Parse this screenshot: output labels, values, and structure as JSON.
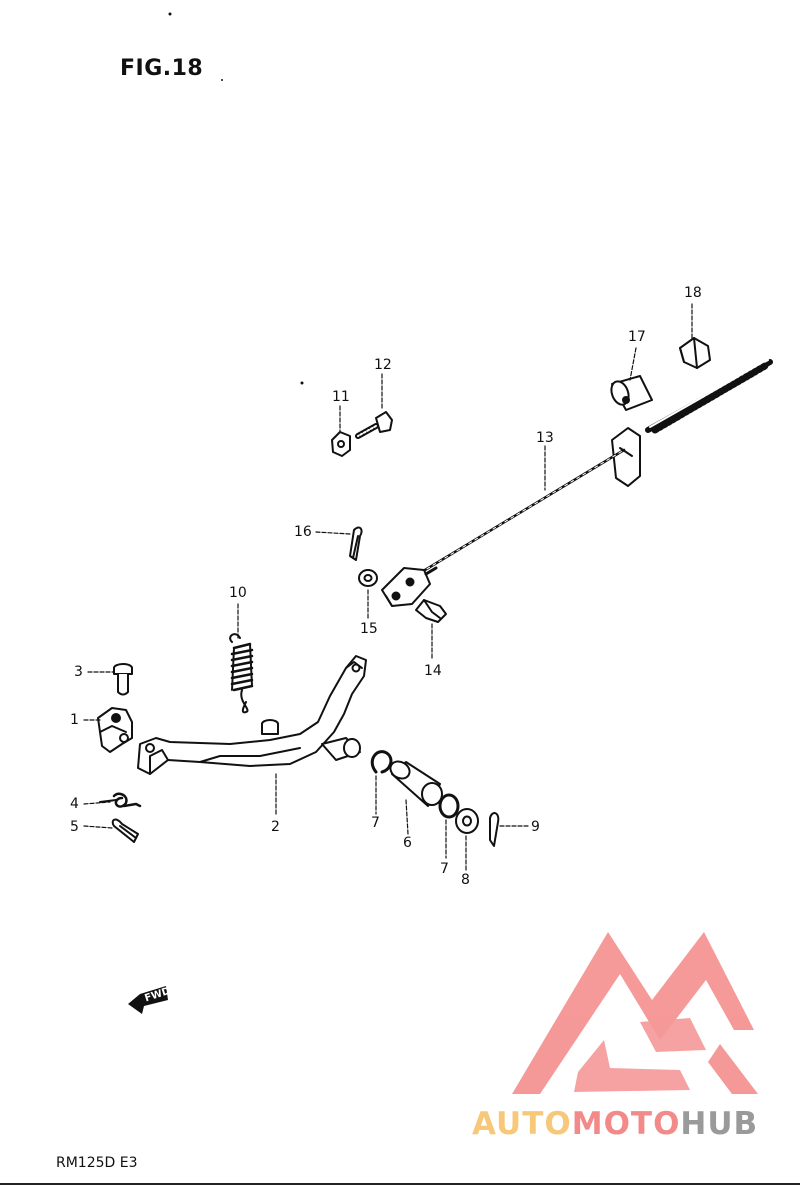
{
  "figure": {
    "title": "FIG.18",
    "model_code": "RM125D  E3"
  },
  "fwd_arrow": {
    "label": "FWD",
    "icon": "forward-arrow-icon"
  },
  "callouts": {
    "p1": "1",
    "p2": "2",
    "p3": "3",
    "p4": "4",
    "p5": "5",
    "p6": "6",
    "p7a": "7",
    "p7b": "7",
    "p8": "8",
    "p9": "9",
    "p10": "10",
    "p11": "11",
    "p12": "12",
    "p13": "13",
    "p14": "14",
    "p15": "15",
    "p16": "16",
    "p17": "17",
    "p18": "18"
  },
  "watermark": {
    "part1": "AUTO",
    "part2": "MOTO",
    "part3": "HUB",
    "colors": {
      "auto": "#f7c87a",
      "moto": "#f38a8a",
      "hub": "#9a9a9a",
      "logo": "#f26d6d"
    }
  }
}
